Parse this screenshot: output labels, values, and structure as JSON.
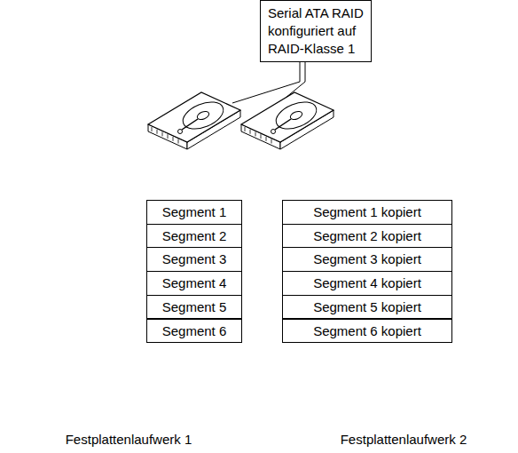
{
  "diagram": {
    "nodes": [
      {
        "text": [
          "Serial ATA RAID konfiguriert auf RAID-Klasse 1"
        ]
      }
    ],
    "labels": [
      "Segment 1",
      "Segment 2",
      "Segment 3",
      "Segment 4",
      "Segment 5",
      "Segment 6",
      "Segment 1 kopiert",
      "Segment 2 kopiert",
      "Segment 3 kopiert",
      "Segment 4 kopiert",
      "Segment 5 kopiert",
      "Segment 6 kopiert",
      "Festplattenlaufwerk 1",
      "Festplattenlaufwerk 2"
    ]
  }
}
